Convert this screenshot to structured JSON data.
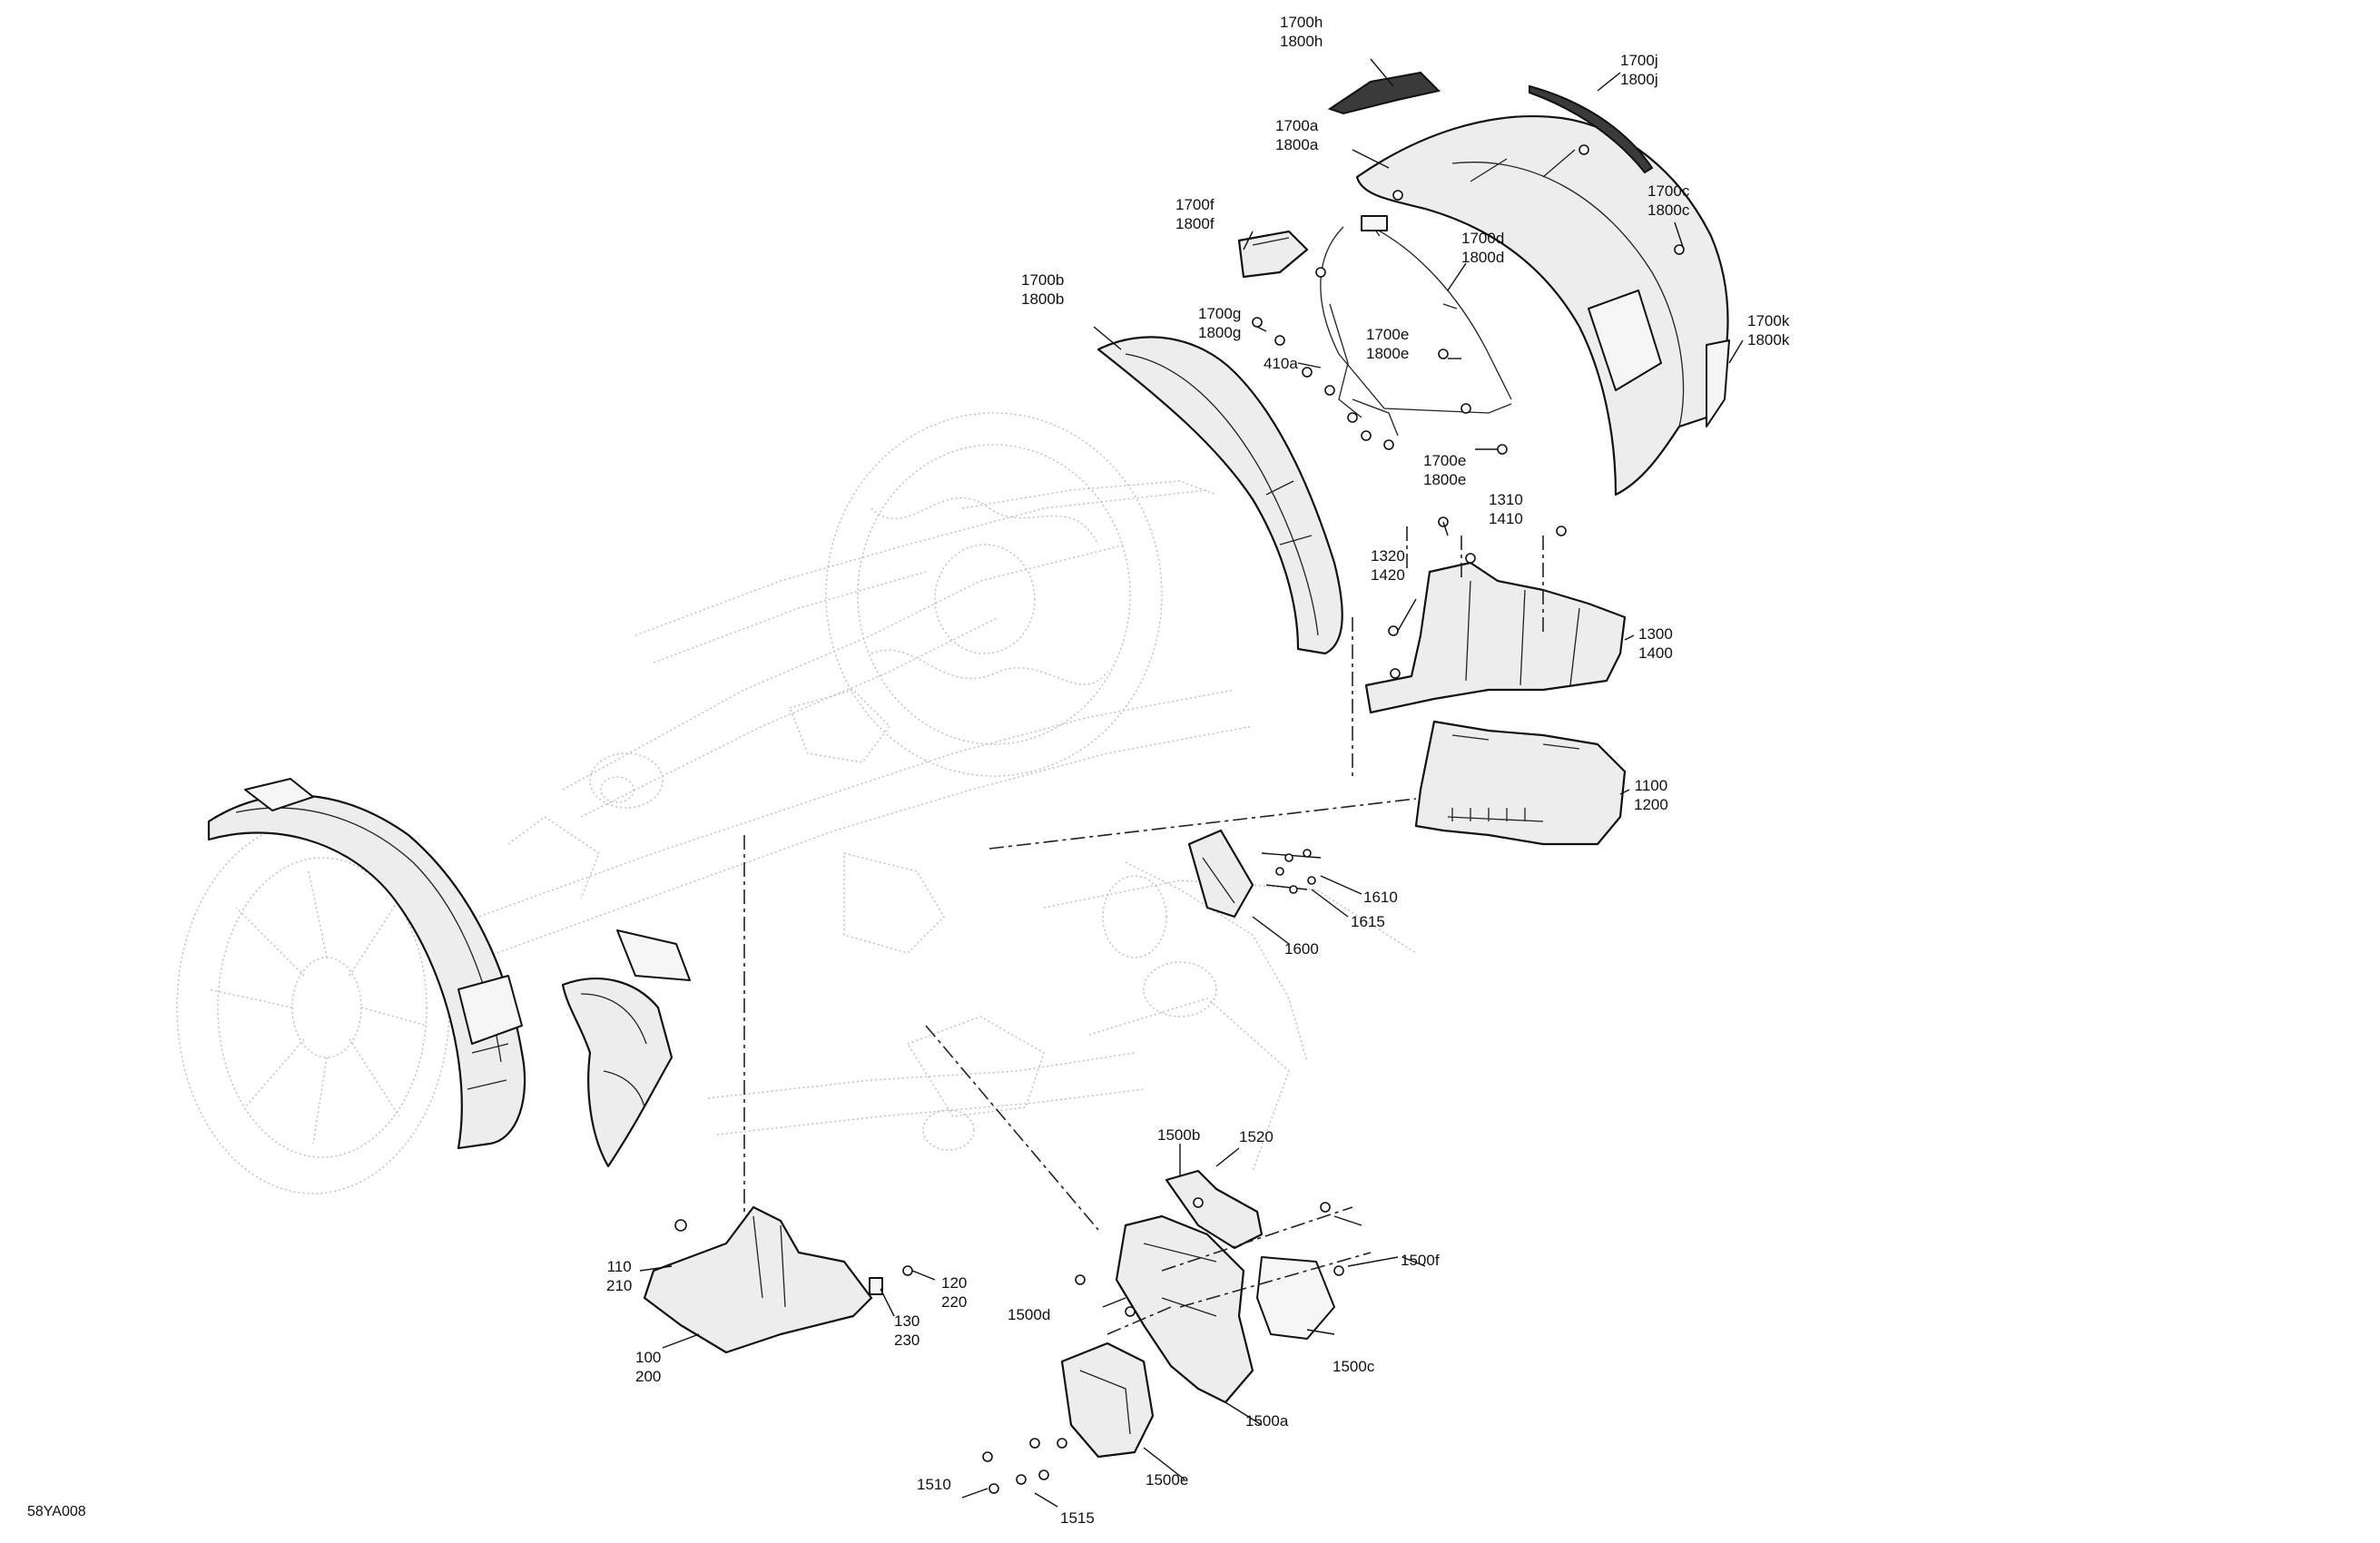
{
  "diagram": {
    "figure_code": "58YA008",
    "callouts": [
      {
        "id": "c-1700h",
        "lines": [
          "1700h",
          "1800h"
        ]
      },
      {
        "id": "c-1700j",
        "lines": [
          "1700j",
          "1800j"
        ]
      },
      {
        "id": "c-1700a",
        "lines": [
          "1700a",
          "1800a"
        ]
      },
      {
        "id": "c-1700c",
        "lines": [
          "1700c",
          "1800c"
        ]
      },
      {
        "id": "c-1700f",
        "lines": [
          "1700f",
          "1800f"
        ]
      },
      {
        "id": "c-1700d",
        "lines": [
          "1700d",
          "1800d"
        ]
      },
      {
        "id": "c-1700b",
        "lines": [
          "1700b",
          "1800b"
        ]
      },
      {
        "id": "c-1700g",
        "lines": [
          "1700g",
          "1800g"
        ]
      },
      {
        "id": "c-1700e-1",
        "lines": [
          "1700e",
          "1800e"
        ]
      },
      {
        "id": "c-1700k",
        "lines": [
          "1700k",
          "1800k"
        ]
      },
      {
        "id": "c-410a",
        "lines": [
          "410a"
        ]
      },
      {
        "id": "c-1700e-2",
        "lines": [
          "1700e",
          "1800e"
        ]
      },
      {
        "id": "c-1310",
        "lines": [
          "1310",
          "1410"
        ]
      },
      {
        "id": "c-1320",
        "lines": [
          "1320",
          "1420"
        ]
      },
      {
        "id": "c-1300",
        "lines": [
          "1300",
          "1400"
        ]
      },
      {
        "id": "c-1100",
        "lines": [
          "1100",
          "1200"
        ]
      },
      {
        "id": "c-1610",
        "lines": [
          "1610"
        ]
      },
      {
        "id": "c-1615",
        "lines": [
          "1615"
        ]
      },
      {
        "id": "c-1600",
        "lines": [
          "1600"
        ]
      },
      {
        "id": "c-1500b",
        "lines": [
          "1500b"
        ]
      },
      {
        "id": "c-1520",
        "lines": [
          "1520"
        ]
      },
      {
        "id": "c-1500f",
        "lines": [
          "1500f"
        ]
      },
      {
        "id": "c-1500d",
        "lines": [
          "1500d"
        ]
      },
      {
        "id": "c-1500c",
        "lines": [
          "1500c"
        ]
      },
      {
        "id": "c-1500a",
        "lines": [
          "1500a"
        ]
      },
      {
        "id": "c-1500e",
        "lines": [
          "1500e"
        ]
      },
      {
        "id": "c-1510",
        "lines": [
          "1510"
        ]
      },
      {
        "id": "c-1515",
        "lines": [
          "1515"
        ]
      },
      {
        "id": "c-110",
        "lines": [
          "110",
          "210"
        ]
      },
      {
        "id": "c-120",
        "lines": [
          "120",
          "220"
        ]
      },
      {
        "id": "c-130",
        "lines": [
          "130",
          "230"
        ]
      },
      {
        "id": "c-100",
        "lines": [
          "100",
          "200"
        ]
      }
    ]
  }
}
